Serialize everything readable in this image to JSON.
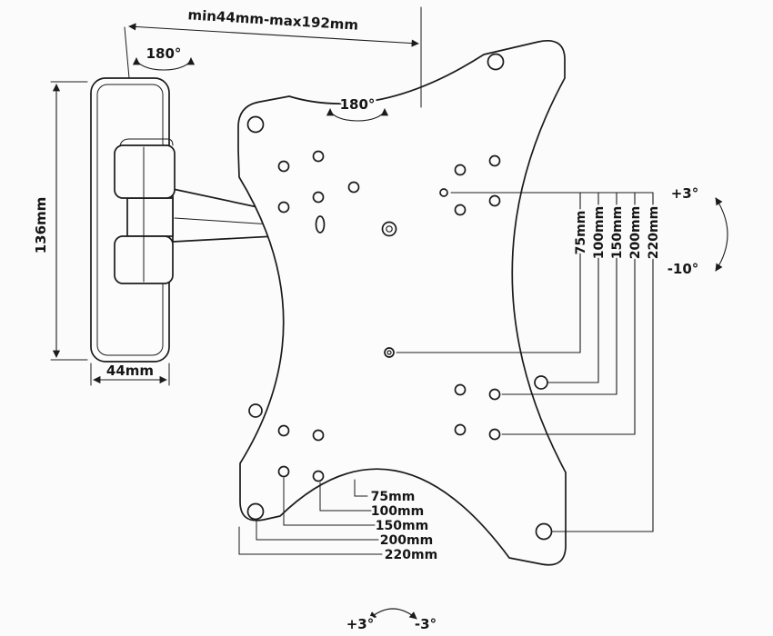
{
  "labels": {
    "top_span": "min44mm-max192mm",
    "swivel_left": "180°",
    "swivel_center": "180°",
    "bracket_height": "136mm",
    "bracket_width": "44mm",
    "tilt_up": "+3°",
    "tilt_down": "-10°",
    "rotate_plus": "+3°",
    "rotate_minus": "-3°",
    "right_dims": [
      "75mm",
      "100mm",
      "150mm",
      "200mm",
      "220mm"
    ],
    "bottom_dims": [
      "75mm",
      "100mm",
      "150mm",
      "200mm",
      "220mm"
    ]
  }
}
